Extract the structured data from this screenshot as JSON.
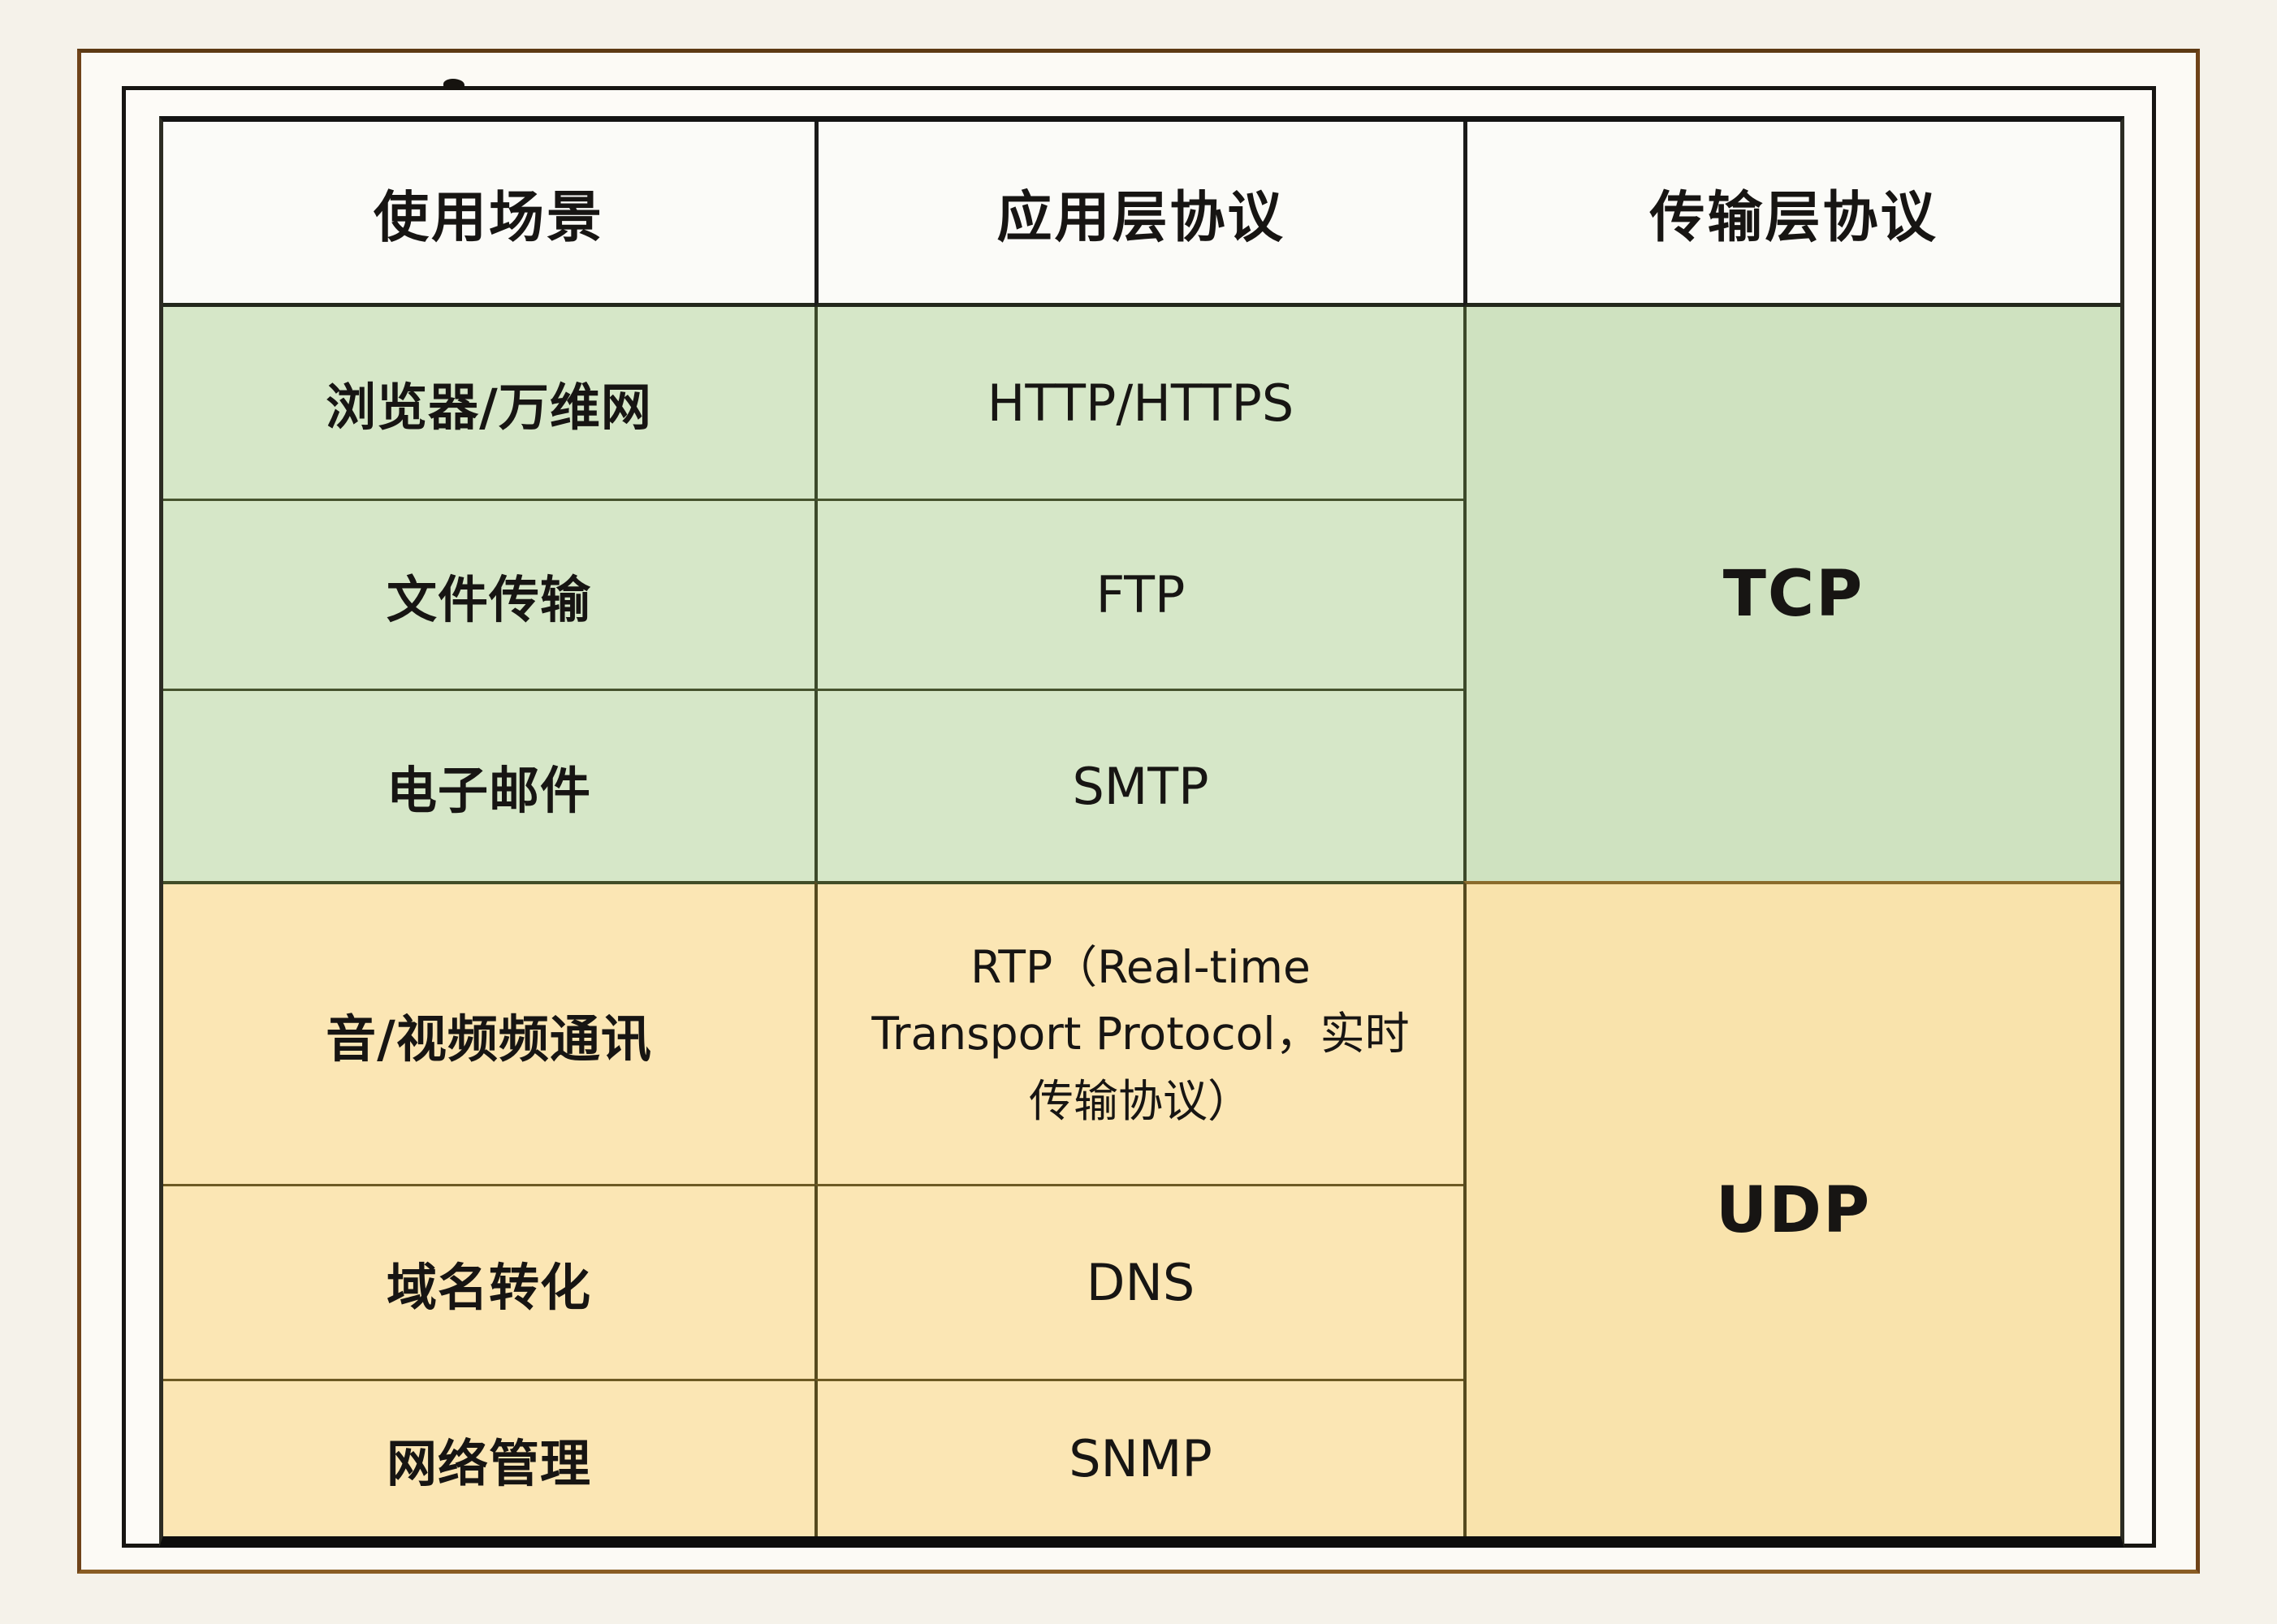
{
  "chart_data": {
    "type": "table",
    "title": "",
    "columns": [
      "使用场景",
      "应用层协议",
      "传输层协议"
    ],
    "rows": [
      [
        "浏览器/万维网",
        "HTTP/HTTPS",
        "TCP"
      ],
      [
        "文件传输",
        "FTP",
        "TCP"
      ],
      [
        "电子邮件",
        "SMTP",
        "TCP"
      ],
      [
        "音/视频频通讯",
        "RTP（Real-time Transport Protocol，实时传输协议）",
        "UDP"
      ],
      [
        "域名转化",
        "DNS",
        "UDP"
      ],
      [
        "网络管理",
        "SNMP",
        "UDP"
      ]
    ],
    "merged_cells": [
      {
        "label": "TCP",
        "column": "传输层协议",
        "row_span": [
          1,
          3
        ],
        "color": "#cfe2c0"
      },
      {
        "label": "UDP",
        "column": "传输层协议",
        "row_span": [
          4,
          6
        ],
        "color": "#f9e3ac"
      }
    ],
    "rtp_lines": [
      "RTP（Real-time",
      "Transport Protocol，实时",
      "传输协议）"
    ],
    "layout_hints": {
      "grid": "on",
      "header_position": "top"
    }
  },
  "labels": {
    "tcp": "TCP",
    "udp": "UDP"
  },
  "colors": {
    "page_background": "#f5f2ea",
    "frame_brown": "#6f4319",
    "frame_black": "#171512",
    "header_background": "#fbfbf8",
    "tcp_group_green": "#d6e7c8",
    "udp_group_yellow": "#fbe6b4",
    "text": "#171513"
  }
}
